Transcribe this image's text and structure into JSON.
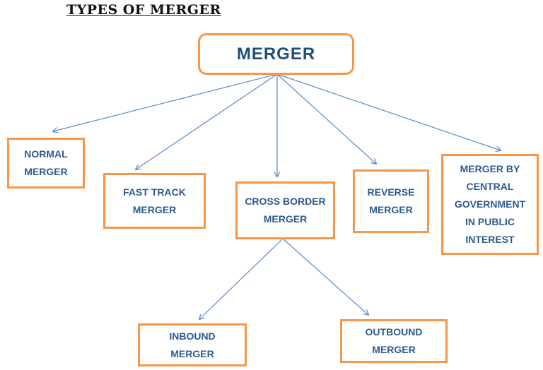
{
  "title": "TYPES OF MERGER",
  "root": {
    "label": "MERGER"
  },
  "children": [
    {
      "lines": [
        "NORMAL",
        "MERGER"
      ]
    },
    {
      "lines": [
        "FAST TRACK",
        "MERGER"
      ]
    },
    {
      "lines": [
        "CROSS BORDER",
        "MERGER"
      ]
    },
    {
      "lines": [
        "REVERSE",
        "MERGER"
      ]
    },
    {
      "lines": [
        "MERGER BY",
        "CENTRAL",
        "GOVERNMENT",
        "IN PUBLIC",
        "INTEREST"
      ]
    }
  ],
  "cross_border_children": [
    {
      "lines": [
        "INBOUND",
        "MERGER"
      ]
    },
    {
      "lines": [
        "OUTBOUND",
        "MERGER"
      ]
    }
  ],
  "colors": {
    "border": "#f79646",
    "text": "#2e5a8c",
    "arrow": "#5b8ac6"
  }
}
